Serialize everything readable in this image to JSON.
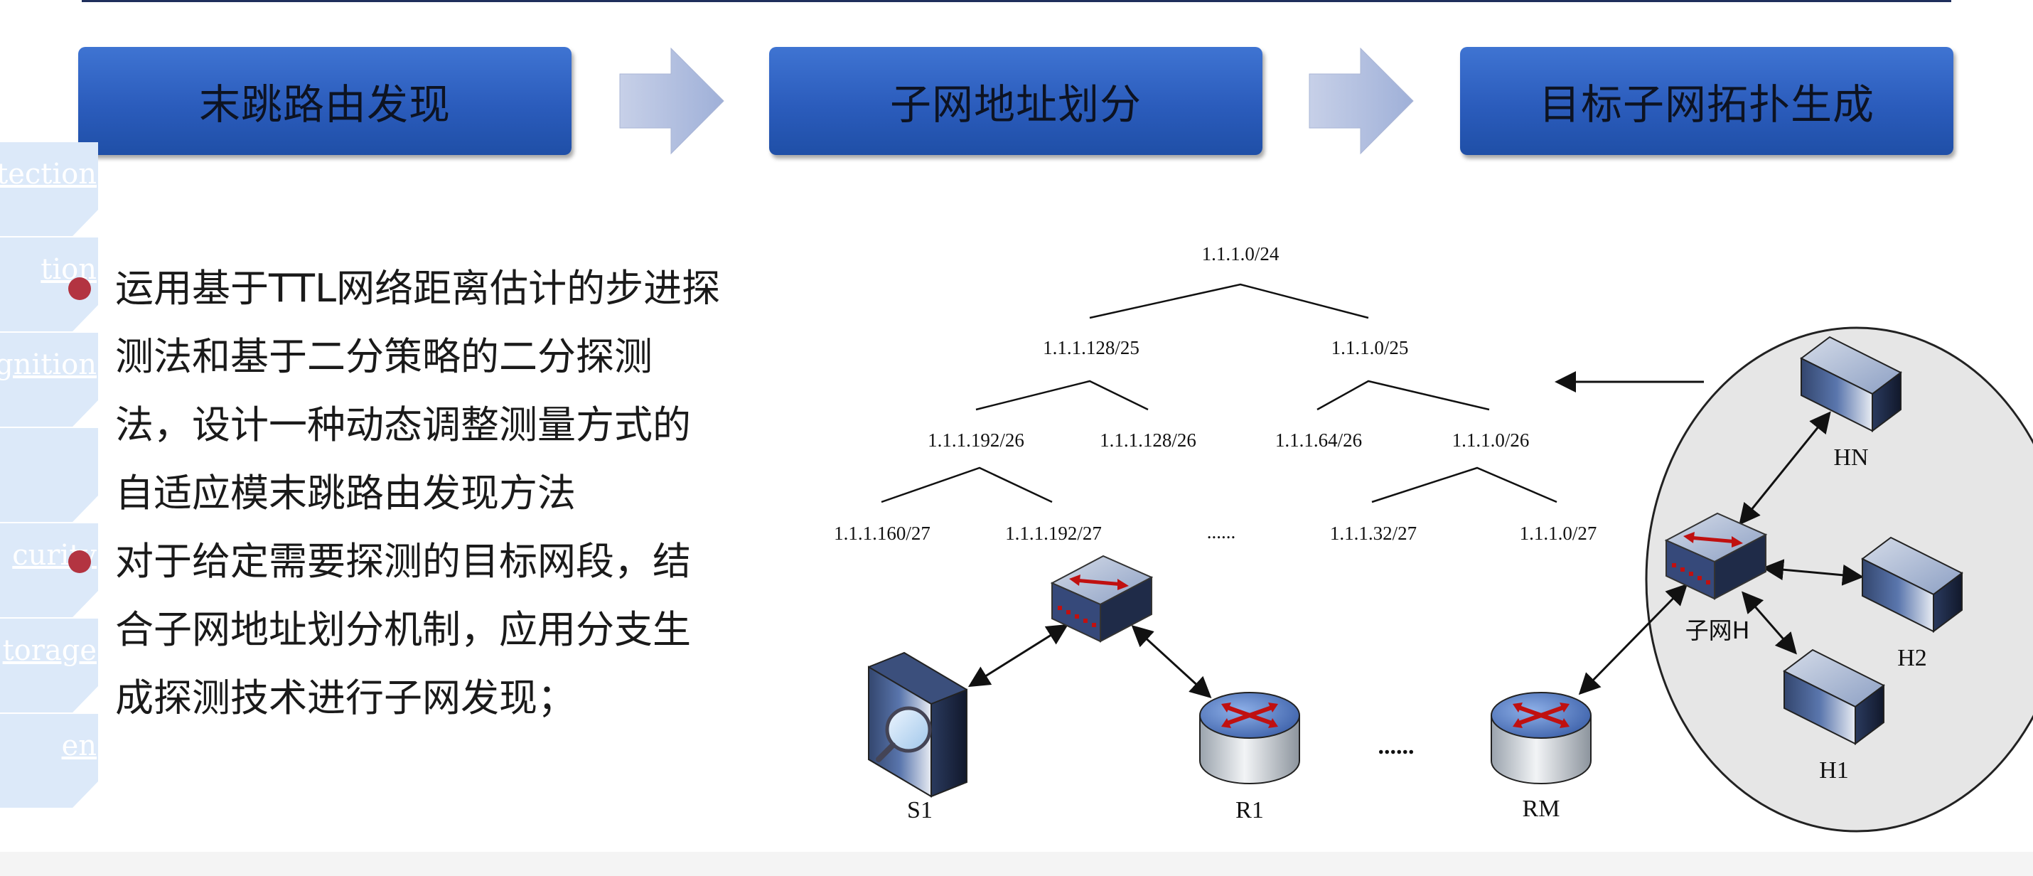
{
  "steps": [
    {
      "label": "末跳路由发现"
    },
    {
      "label": "子网地址划分"
    },
    {
      "label": "目标子网拓扑生成"
    }
  ],
  "side_tabs": [
    {
      "label": "tection"
    },
    {
      "label": "tion"
    },
    {
      "label": "gnition"
    },
    {
      "label": ""
    },
    {
      "label": "curity"
    },
    {
      "label": "torage"
    },
    {
      "label": "en"
    }
  ],
  "bullets": [
    {
      "text": "运用基于TTL网络距离估计的步进探测法和基于二分策略的二分探测法，设计一种动态调整测量方式的自适应模末跳路由发现方法"
    },
    {
      "text": "对于给定需要探测的目标网段，结合子网地址划分机制，应用分支生成探测技术进行子网发现；"
    }
  ],
  "tree": {
    "root": "1.1.1.0/24",
    "level2": [
      "1.1.1.128/25",
      "1.1.1.0/25"
    ],
    "level3": [
      "1.1.1.192/26",
      "1.1.1.128/26",
      "1.1.1.64/26",
      "1.1.1.0/26"
    ],
    "level4": [
      "1.1.1.160/27",
      "1.1.1.192/27",
      "......",
      "1.1.1.32/27",
      "1.1.1.0/27"
    ]
  },
  "devices": {
    "s1": "S1",
    "r1": "R1",
    "ellipsis": "......",
    "rm": "RM",
    "subnet": "子网H",
    "hn": "HN",
    "h2": "H2",
    "h1": "H1"
  },
  "colors": {
    "step_box": "#2b5cbc",
    "step_arrow": "#b7c3e0",
    "bullet": "#b33441",
    "side_tab": "#dce9f9",
    "subnet_ellipse": "#e6e6e6"
  }
}
